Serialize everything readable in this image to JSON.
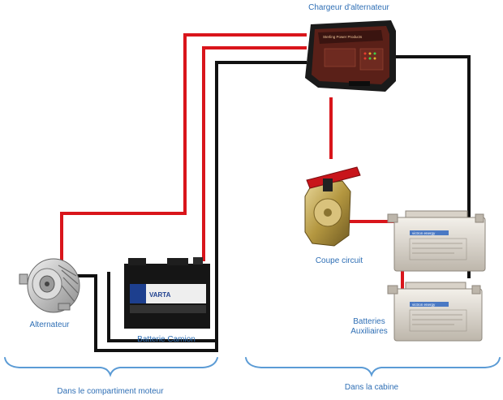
{
  "labels": {
    "charger": "Chargeur d'alternateur",
    "alternator": "Alternateur",
    "truck_battery": "Batterie Camion",
    "circuit_breaker": "Coupe circuit",
    "aux_batteries_line1": "Batteries",
    "aux_batteries_line2": "Auxiliaires",
    "engine_zone": "Dans le compartiment moteur",
    "cabin_zone": "Dans la cabine"
  },
  "device_text": {
    "charger_brand": "Sterling Power Products",
    "truck_battery_brand": "VARTA",
    "aux_battery_brand": "victron energy"
  },
  "colors": {
    "positive_wire": "#d9151b",
    "negative_wire": "#111111",
    "label_text": "#2f6fb5",
    "zone_brace": "#5b9bd5"
  },
  "icons": [
    "alternator-icon",
    "charger-icon",
    "truck-battery-icon",
    "circuit-breaker-icon",
    "aux-battery-icon"
  ]
}
